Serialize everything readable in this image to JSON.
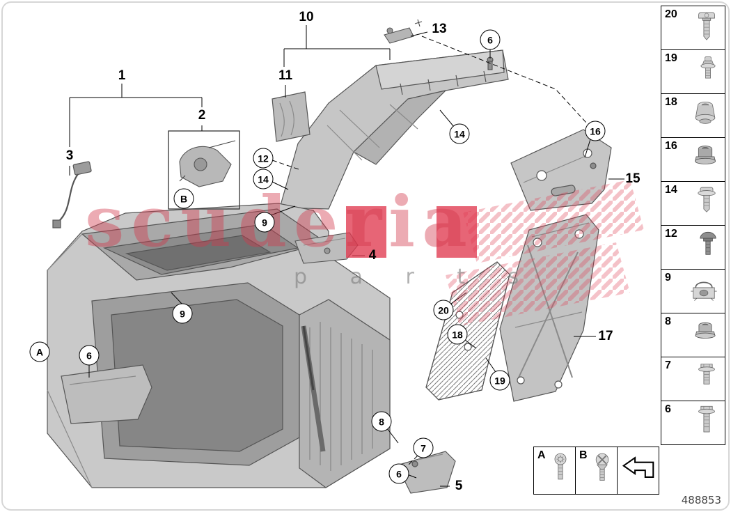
{
  "watermark": {
    "title": "scuderia",
    "subtitle": "p a r t s"
  },
  "doc": {
    "part_number": "488853"
  },
  "callouts": {
    "plain": {
      "p1": "1",
      "p2": "2",
      "p3": "3",
      "p4": "4",
      "p5": "5",
      "p10": "10",
      "p11": "11",
      "p13": "13",
      "p15": "15",
      "p17": "17"
    },
    "circled": {
      "c6_top": "6",
      "c14_right": "14",
      "c16": "16",
      "c12": "12",
      "c14_left": "14",
      "cB": "B",
      "c9_top": "9",
      "c9_mid": "9",
      "cA": "A",
      "c6_left": "6",
      "c20": "20",
      "c18": "18",
      "c19": "19",
      "c8": "8",
      "c7": "7",
      "c6_bottom": "6"
    }
  },
  "side_panel": {
    "items": [
      {
        "label": "20",
        "icon": "pan-head-screw-icon"
      },
      {
        "label": "19",
        "icon": "ball-stud-icon"
      },
      {
        "label": "18",
        "icon": "grommet-nut-icon"
      },
      {
        "label": "16",
        "icon": "flange-nut-icon"
      },
      {
        "label": "14",
        "icon": "washer-head-screw-icon"
      },
      {
        "label": "12",
        "icon": "push-rivet-icon"
      },
      {
        "label": "9",
        "icon": "cage-clip-icon"
      },
      {
        "label": "8",
        "icon": "flange-nut-icon"
      },
      {
        "label": "7",
        "icon": "flange-bolt-icon"
      },
      {
        "label": "6",
        "icon": "flange-bolt-icon"
      }
    ]
  },
  "legend": {
    "items": [
      {
        "label": "A",
        "icon": "round-head-torx-screw-icon"
      },
      {
        "label": "B",
        "icon": "countersunk-phillips-screw-icon"
      }
    ]
  }
}
